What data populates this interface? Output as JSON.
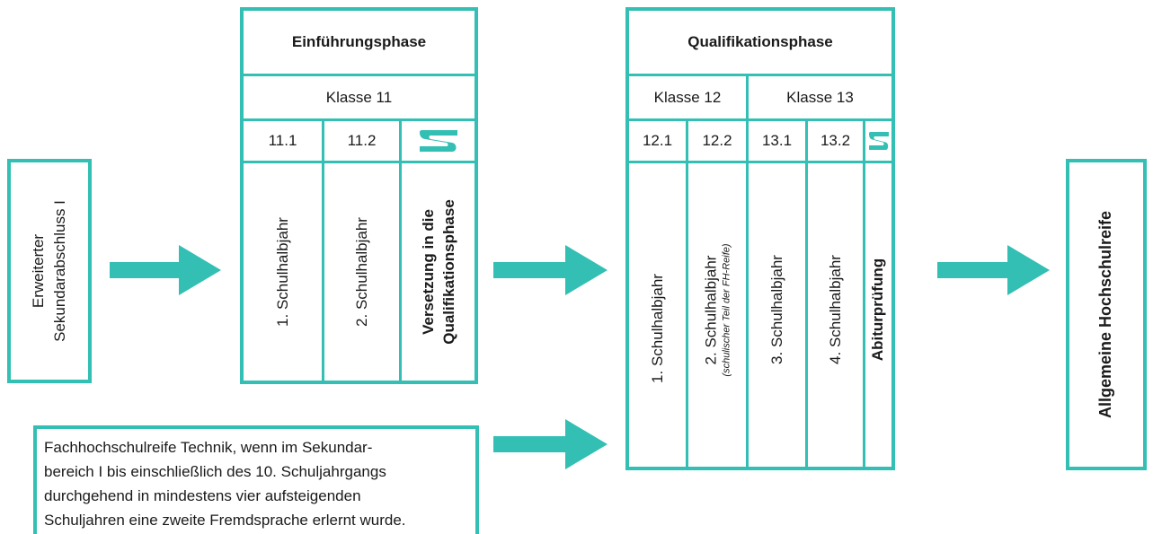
{
  "colors": {
    "accent": "#33bfb3"
  },
  "start_box": {
    "line1": "Erweiterter",
    "line2": "Sekundarabschluss I"
  },
  "einfuehrung": {
    "title": "Einführungsphase",
    "klasse": "Klasse 11",
    "halbjahre": [
      "11.1",
      "11.2"
    ],
    "icon": "s-logo-icon",
    "col1": "1. Schulhalbjahr",
    "col2": "2. Schulhalbjahr",
    "col3_line1": "Versetzung in die",
    "col3_line2": "Qualifikationsphase"
  },
  "qualifikation": {
    "title": "Qualifikationsphase",
    "klasse12": "Klasse 12",
    "klasse13": "Klasse 13",
    "halbjahre": [
      "12.1",
      "12.2",
      "13.1",
      "13.2"
    ],
    "icon": "s-logo-icon",
    "col1": "1. Schulhalbjahr",
    "col2": "2. Schulhalbjahr",
    "col2_sub": "(schulischer Teil der FH-Reife)",
    "col3": "3. Schulhalbjahr",
    "col4": "4. Schulhalbjahr",
    "col5": "Abiturprüfung"
  },
  "end_box": {
    "text": "Allgemeine Hochschulreife"
  },
  "fh_note": {
    "line1": "Fachhochschulreife Technik, wenn im Sekundar-",
    "line2": "bereich I bis einschließlich des 10. Schuljahrgangs",
    "line3": "durchgehend in mindestens vier aufsteigenden",
    "line4": "Schuljahren eine zweite Fremdsprache erlernt wurde."
  }
}
